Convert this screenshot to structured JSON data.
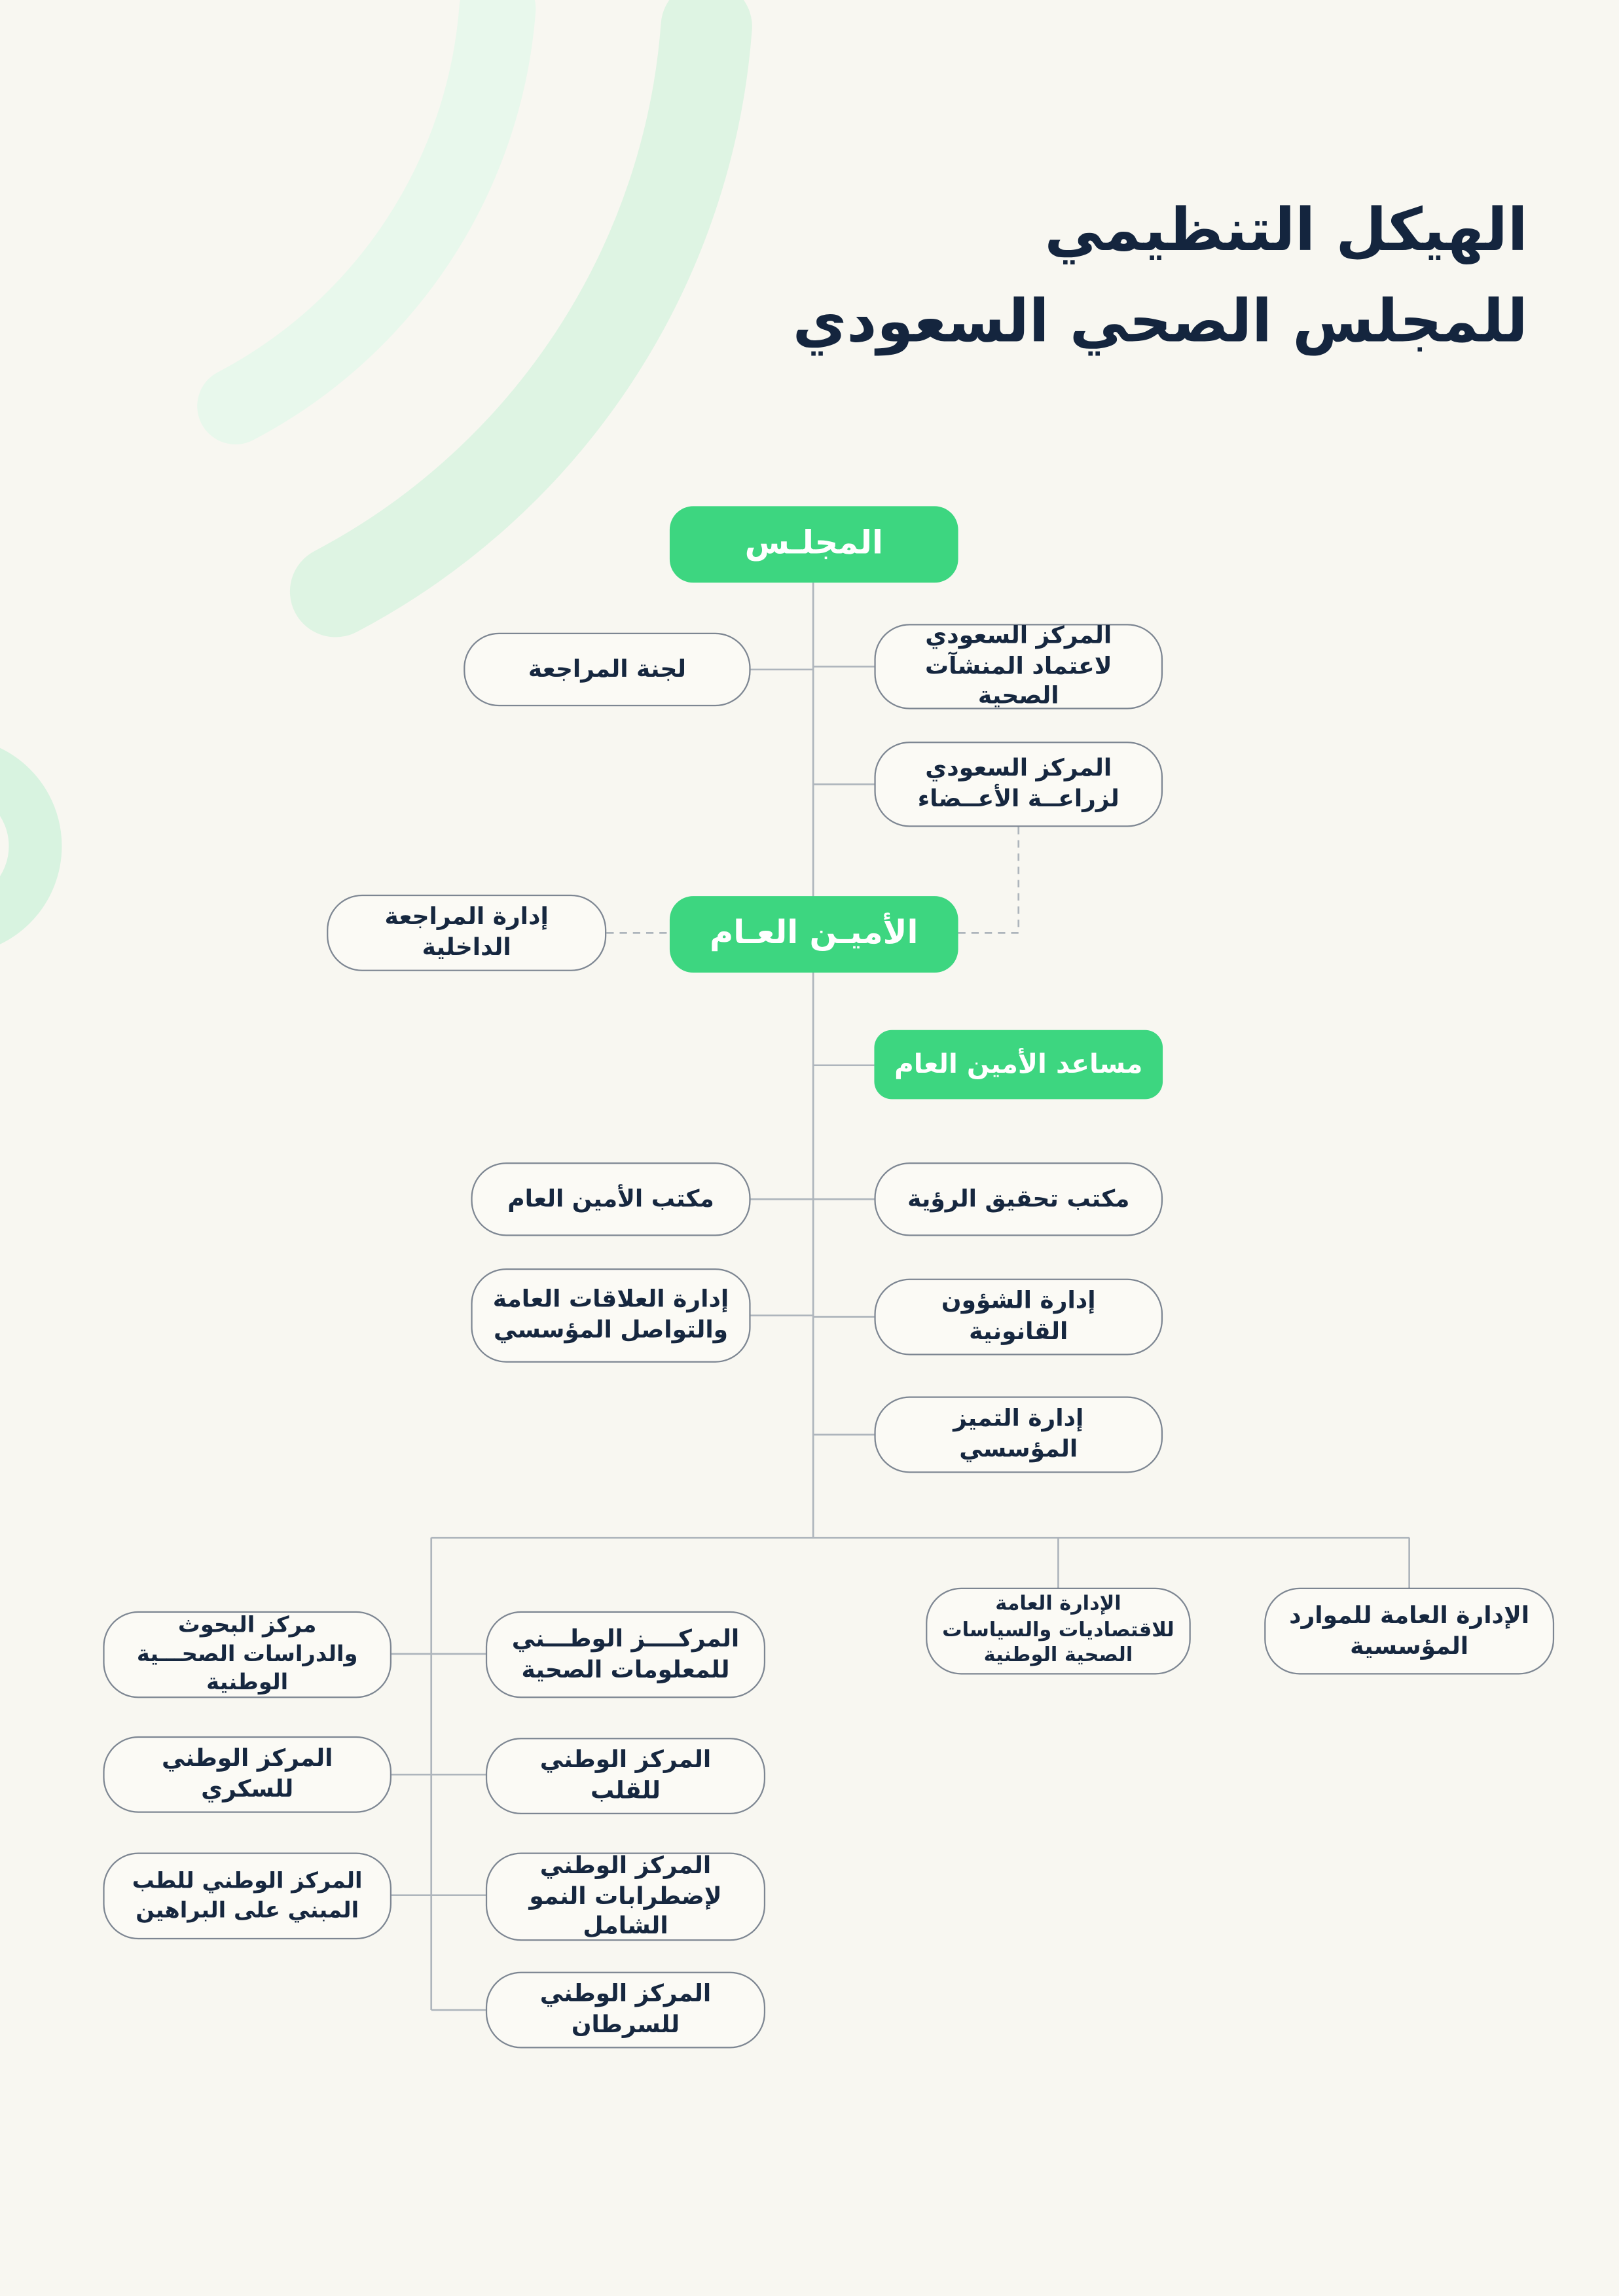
{
  "title": {
    "line1": "الهيكل التنظيمي",
    "line2": "للمجلس الصحي السعودي"
  },
  "colors": {
    "accent_green": "#3DD680",
    "navy_text": "#16273F",
    "connector_gray": "#AEB5BC",
    "background": "#F8F7F1",
    "decor_mint": "#DCF3E2"
  },
  "nodes": {
    "council": "المجلـس",
    "audit_committee": "لجنة المراجعة",
    "accreditation_center": "المركز السعودي لاعتماد المنشآت الصحية",
    "organ_center": "المركز السعودي لزراعــة الأعــضاء",
    "secretary_general": "الأميـن العـام",
    "internal_audit": "إدارة المراجعة الداخلية",
    "assistant_sg": "مساعد الأمين العام",
    "sg_office": "مكتب الأمين العام",
    "vision_office": "مكتب تحقيق الرؤية",
    "public_relations": "إدارة العلاقات العامة والتواصل المؤسسي",
    "legal_affairs": "إدارة الشؤون القانونية",
    "excellence": "إدارة التميز المؤسسي",
    "corporate_resources": "الإدارة العامة للموارد المؤسسية",
    "health_economics": "الإدارة العامة للاقتصاديات والسياسات الصحية الوطنية",
    "info_center": "المركــــز الوطـــني للمعلومات الصحية",
    "research_center": "مركز البحوث والدراسات الصحـــية الوطنية",
    "diabetes_center": "المركز الوطني للسكري",
    "heart_center": "المركز الوطني للقلب",
    "evidence_center": "المركز الوطني للطب المبني على البراهين",
    "growth_center": "المركز الوطني لإضطرابات النمو الشامل",
    "cancer_center": "المركز الوطني للسرطان"
  },
  "hierarchy": [
    {
      "parent": "council",
      "children": [
        "audit_committee",
        "accreditation_center",
        "organ_center",
        "secretary_general"
      ]
    },
    {
      "parent": "secretary_general",
      "children": [
        "internal_audit",
        "assistant_sg",
        "sg_office",
        "vision_office",
        "public_relations",
        "legal_affairs",
        "excellence",
        "corporate_resources",
        "health_economics",
        "info_center",
        "research_center",
        "diabetes_center",
        "heart_center",
        "evidence_center",
        "growth_center",
        "cancer_center"
      ]
    }
  ],
  "dashed_connectors": [
    {
      "from": "organ_center",
      "to": "secretary_general"
    },
    {
      "from": "internal_audit",
      "to": "secretary_general"
    }
  ]
}
